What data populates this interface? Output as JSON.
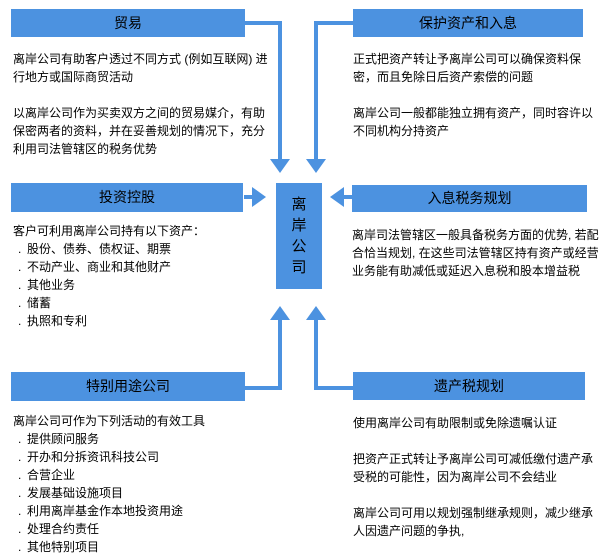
{
  "colors": {
    "accent": "#4c92e0",
    "text": "#000000",
    "background": "#ffffff"
  },
  "bullet_char": ".",
  "center_box": {
    "label": "离岸公司"
  },
  "sections": {
    "trade": {
      "title": "贸易",
      "paragraphs": [
        "离岸公司有助客户透过不同方式 (例如互联网) 进行地方或国际商贸活动",
        "以离岸公司作为买卖双方之间的贸易媒介，有助保密两者的资料，并在妥善规划的情况下，充分利用司法管辖区的税务优势"
      ]
    },
    "protect_assets": {
      "title": "保护资产和入息",
      "paragraphs": [
        "正式把资产转让予离岸公司可以确保资料保密，而且免除日后资产索偿的问题",
        "离岸公司一般都能独立拥有资产，同时容许以不同机构分持资产"
      ]
    },
    "investment_holding": {
      "title": "投资控股",
      "intro": "客户可利用离岸公司持有以下资产：",
      "bullets": [
        "股份、债券、债权证、期票",
        "不动产业、商业和其他财产",
        "其他业务",
        "储蓄",
        "执照和专利"
      ]
    },
    "income_tax_planning": {
      "title": "入息税务规划",
      "paragraphs": [
        "离岸司法管辖区一般具备税务方面的优势, 若配合恰当规划, 在这些司法管辖区持有资产或经营业务能有助减低或延迟入息税和股本增益税"
      ]
    },
    "special_purpose": {
      "title": "特别用途公司",
      "intro": "离岸公司可作为下列活动的有效工具",
      "bullets": [
        "提供顾问服务",
        "开办和分拆资讯科技公司",
        "合营企业",
        "发展基础设施项目",
        "利用离岸基金作本地投资用途",
        "处理合约责任",
        "其他特别项目"
      ]
    },
    "estate_tax_planning": {
      "title": "遗产税规划",
      "paragraphs": [
        "使用离岸公司有助限制或免除遗嘱认证",
        "把资产正式转让予离岸公司可减低缴付遗产承受税的可能性，因为离岸公司不会结业",
        "离岸公司可用以规划强制继承规则，减少继承人因遗产问题的争执,"
      ]
    }
  }
}
